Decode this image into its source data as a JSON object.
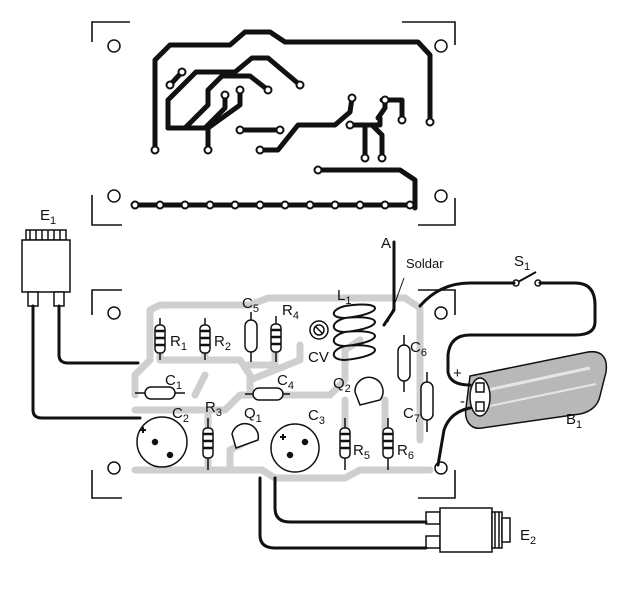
{
  "labels": {
    "E1": {
      "main": "E",
      "sub": "1"
    },
    "E2": {
      "main": "E",
      "sub": "2"
    },
    "A": {
      "main": "A"
    },
    "soldar": {
      "main": "Soldar"
    },
    "S1": {
      "main": "S",
      "sub": "1"
    },
    "L1": {
      "main": "L",
      "sub": "1"
    },
    "C5": {
      "main": "C",
      "sub": "5"
    },
    "R4": {
      "main": "R",
      "sub": "4"
    },
    "R1": {
      "main": "R",
      "sub": "1"
    },
    "R2": {
      "main": "R",
      "sub": "2"
    },
    "CV": {
      "main": "CV"
    },
    "C6": {
      "main": "C",
      "sub": "6"
    },
    "C1": {
      "main": "C",
      "sub": "1"
    },
    "C4": {
      "main": "C",
      "sub": "4"
    },
    "Q2": {
      "main": "Q",
      "sub": "2"
    },
    "C2": {
      "main": "C",
      "sub": "2"
    },
    "R3": {
      "main": "R",
      "sub": "3"
    },
    "Q1": {
      "main": "Q",
      "sub": "1"
    },
    "C3": {
      "main": "C",
      "sub": "3"
    },
    "C7": {
      "main": "C",
      "sub": "7"
    },
    "R5": {
      "main": "R",
      "sub": "5"
    },
    "R6": {
      "main": "R",
      "sub": "6"
    },
    "B1": {
      "main": "B",
      "sub": "1"
    },
    "plus": {
      "main": "+"
    },
    "minus": {
      "main": "-"
    }
  },
  "colors": {
    "ink": "#111111",
    "board": "#ffffff",
    "trace_shadow": "#cfcfcf",
    "battery_shade": "#b8b8b8"
  }
}
